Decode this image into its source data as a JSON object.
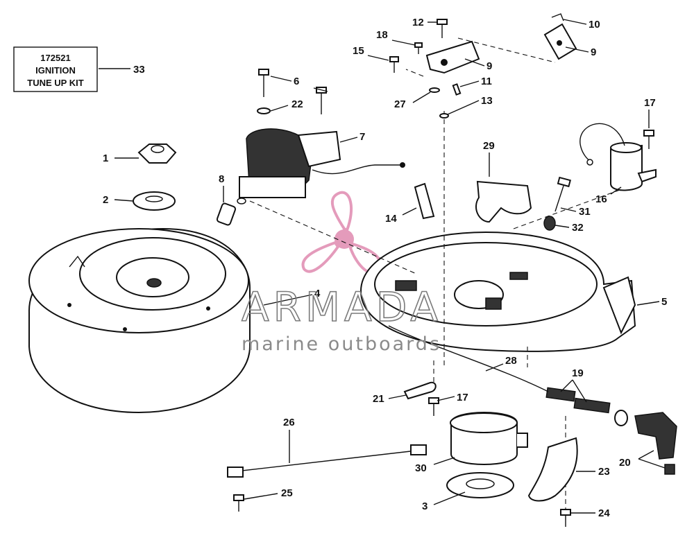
{
  "kit_box": {
    "line1": "172521",
    "line2": "IGNITION",
    "line3": "TUNE UP KIT",
    "callout": "33"
  },
  "watermark": {
    "brand": "ARMADA",
    "tagline": "marine outboards",
    "logo_color": "#e0a0c0"
  },
  "callouts": [
    {
      "id": "c1",
      "text": "1"
    },
    {
      "id": "c2",
      "text": "2"
    },
    {
      "id": "c3",
      "text": "3"
    },
    {
      "id": "c4",
      "text": "4"
    },
    {
      "id": "c5",
      "text": "5"
    },
    {
      "id": "c6",
      "text": "6"
    },
    {
      "id": "c7",
      "text": "7"
    },
    {
      "id": "c8",
      "text": "8"
    },
    {
      "id": "c9a",
      "text": "9"
    },
    {
      "id": "c9b",
      "text": "9"
    },
    {
      "id": "c10",
      "text": "10"
    },
    {
      "id": "c11",
      "text": "11"
    },
    {
      "id": "c12",
      "text": "12"
    },
    {
      "id": "c13",
      "text": "13"
    },
    {
      "id": "c14",
      "text": "14"
    },
    {
      "id": "c15",
      "text": "15"
    },
    {
      "id": "c16",
      "text": "16"
    },
    {
      "id": "c17a",
      "text": "17"
    },
    {
      "id": "c17b",
      "text": "17"
    },
    {
      "id": "c18",
      "text": "18"
    },
    {
      "id": "c19",
      "text": "19"
    },
    {
      "id": "c20",
      "text": "20"
    },
    {
      "id": "c21",
      "text": "21"
    },
    {
      "id": "c22",
      "text": "22"
    },
    {
      "id": "c23",
      "text": "23"
    },
    {
      "id": "c24",
      "text": "24"
    },
    {
      "id": "c25",
      "text": "25"
    },
    {
      "id": "c26",
      "text": "26"
    },
    {
      "id": "c27",
      "text": "27"
    },
    {
      "id": "c28",
      "text": "28"
    },
    {
      "id": "c29",
      "text": "29"
    },
    {
      "id": "c30",
      "text": "30"
    },
    {
      "id": "c31",
      "text": "31"
    },
    {
      "id": "c32",
      "text": "32"
    }
  ]
}
